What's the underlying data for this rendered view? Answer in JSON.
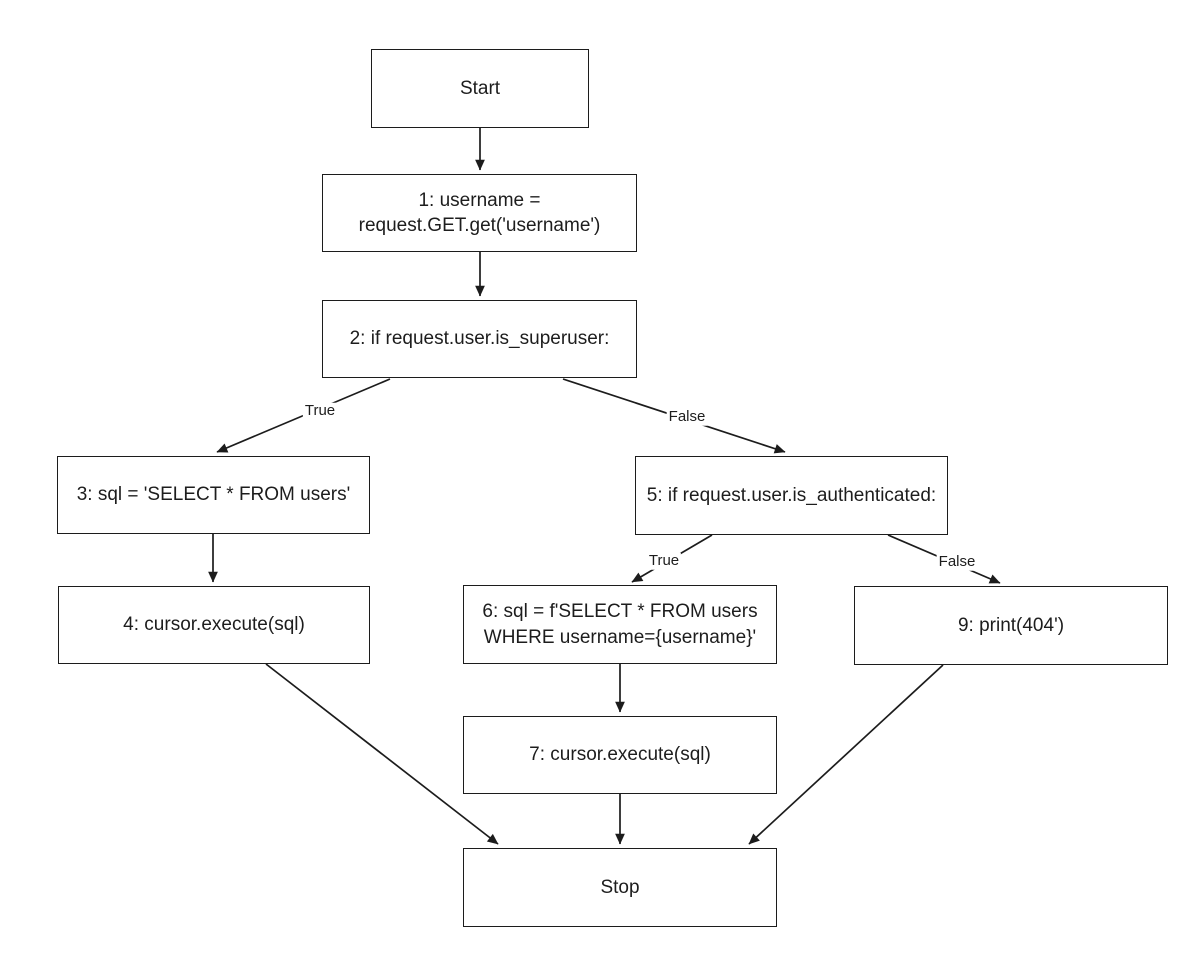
{
  "diagram": {
    "type": "flowchart",
    "colors": {
      "stroke": "#1c1c1c",
      "text": "#1d1d1d",
      "background": "#ffffff"
    },
    "nodes": {
      "start": {
        "label": "Start"
      },
      "n1": {
        "label": "1: username =\nrequest.GET.get('username')"
      },
      "n2": {
        "label": "2: if request.user.is_superuser:"
      },
      "n3": {
        "label": "3: sql = 'SELECT * FROM users'"
      },
      "n4": {
        "label": "4: cursor.execute(sql)"
      },
      "n5": {
        "label": "5: if request.user.is_authenticated:"
      },
      "n6": {
        "label": "6: sql = f'SELECT * FROM users\nWHERE username={username}'"
      },
      "n7": {
        "label": "7: cursor.execute(sql)"
      },
      "n9": {
        "label": "9: print(404')"
      },
      "stop": {
        "label": "Stop"
      }
    },
    "edge_labels": {
      "n2_true": "True",
      "n2_false": "False",
      "n5_true": "True",
      "n5_false": "False"
    },
    "edges": [
      {
        "from": "start",
        "to": "n1",
        "label": ""
      },
      {
        "from": "n1",
        "to": "n2",
        "label": ""
      },
      {
        "from": "n2",
        "to": "n3",
        "label": "True"
      },
      {
        "from": "n2",
        "to": "n5",
        "label": "False"
      },
      {
        "from": "n3",
        "to": "n4",
        "label": ""
      },
      {
        "from": "n5",
        "to": "n6",
        "label": "True"
      },
      {
        "from": "n5",
        "to": "n9",
        "label": "False"
      },
      {
        "from": "n6",
        "to": "n7",
        "label": ""
      },
      {
        "from": "n4",
        "to": "stop",
        "label": ""
      },
      {
        "from": "n7",
        "to": "stop",
        "label": ""
      },
      {
        "from": "n9",
        "to": "stop",
        "label": ""
      }
    ]
  }
}
